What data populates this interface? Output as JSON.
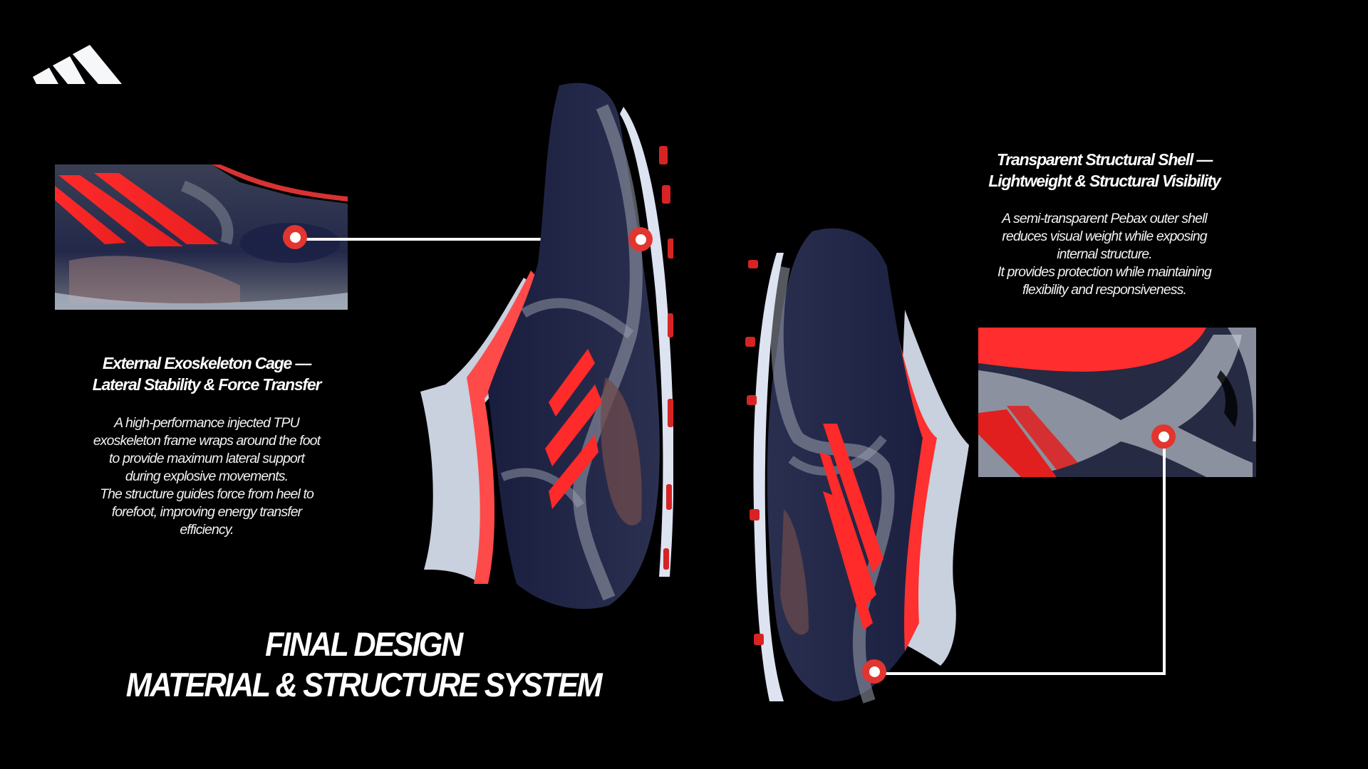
{
  "brand": {
    "logo": "adidas-three-bars-logo"
  },
  "callouts": [
    {
      "heading_line1": "External Exoskeleton Cage —",
      "heading_line2": "Lateral Stability & Force Transfer",
      "body_lines": [
        "A high-performance injected TPU",
        "exoskeleton frame wraps around the foot",
        "to provide maximum lateral support",
        "during explosive movements.",
        "The structure guides force from heel to",
        "forefoot, improving energy transfer",
        "efficiency."
      ]
    },
    {
      "heading_line1": "Transparent Structural Shell —",
      "heading_line2": "Lightweight & Structural Visibility",
      "body_lines": [
        "A semi-transparent Pebax outer shell",
        "reduces visual weight while exposing",
        "internal structure.",
        "It provides protection while maintaining",
        "flexibility and responsiveness."
      ]
    }
  ],
  "title": {
    "line1": "FINAL DESIGN",
    "line2": "MATERIAL & STRUCTURE SYSTEM"
  },
  "colors": {
    "background": "#000000",
    "accent_red": "#e2352f",
    "stripe_red": "#ff2a2a",
    "upper_navy": "#1c2040",
    "plate_white": "#dfe4f0",
    "text": "#ffffff"
  }
}
